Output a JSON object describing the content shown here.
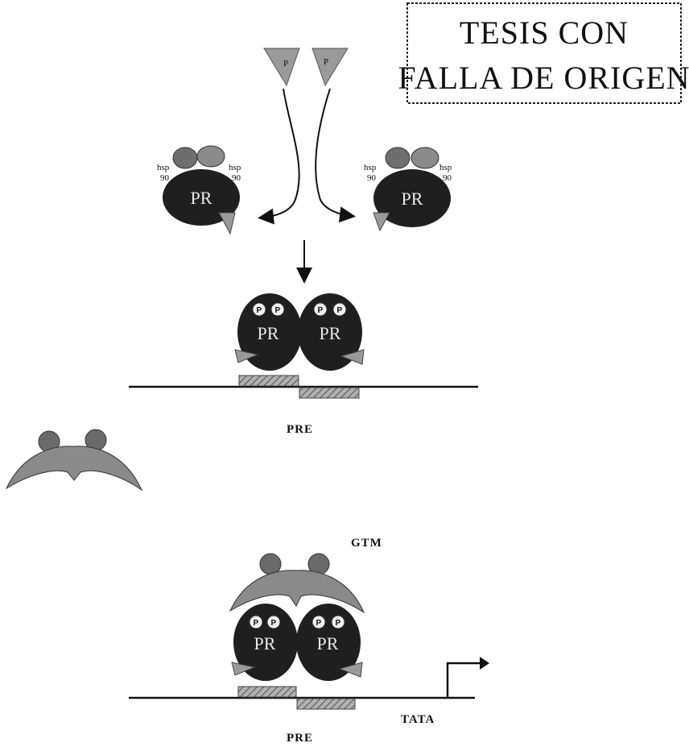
{
  "stamp": {
    "line1": "TESIS CON",
    "line2": "FALLA DE ORIGEN"
  },
  "hormone": {
    "label": "P"
  },
  "receptor": {
    "label": "PR",
    "hsp_left": "hsp",
    "hsp_left_num": "90",
    "hsp_right": "hsp",
    "hsp_right_num": "90",
    "phospho": "P"
  },
  "labels": {
    "pre_top": "PRE",
    "gtm": "GTM",
    "tata": "TATA",
    "pre_bottom": "PRE"
  },
  "colors": {
    "receptor": "#1f1f1f",
    "hormone": "#9a9a9a",
    "coactivator": "#8a8a8a",
    "element": "#8c8c8c",
    "line": "#111111"
  }
}
